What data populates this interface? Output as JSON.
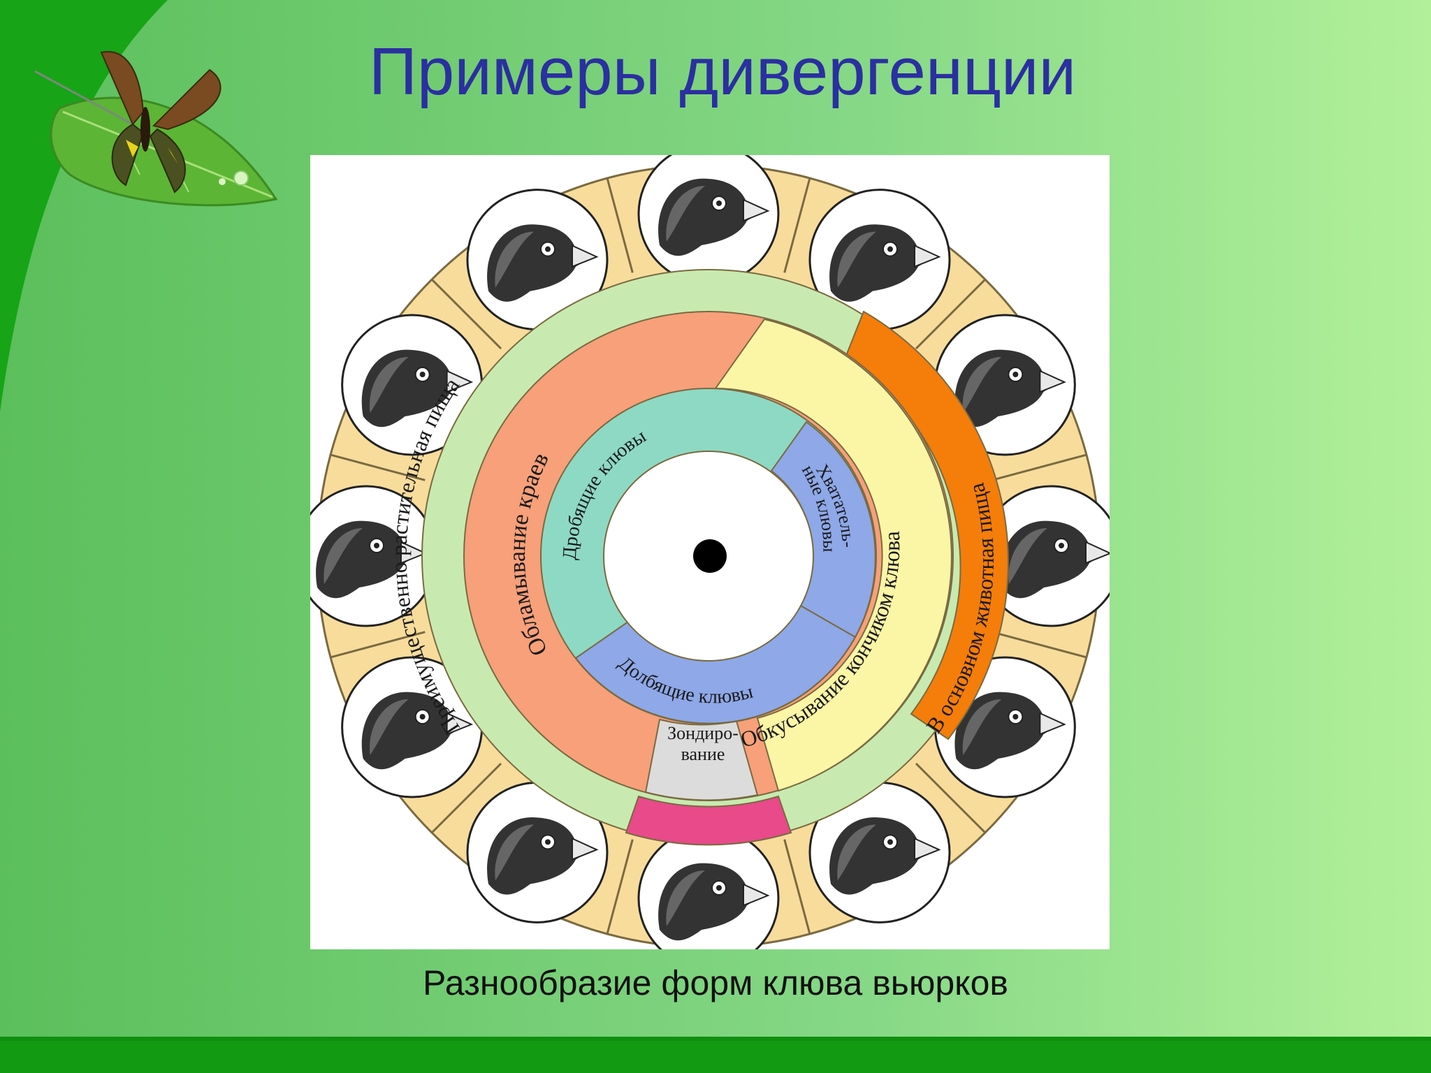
{
  "slide": {
    "title": "Примеры дивергенции",
    "caption": "Разнообразие форм клюва вьюрков"
  },
  "diagram": {
    "outer_ring": {
      "bird_heads": 12,
      "color": "#f7dc9c"
    },
    "diet_ring": [
      {
        "label": "Преимущественно растительная пища",
        "color": "#c8eab0"
      },
      {
        "label": "В основном животная пища",
        "color": "#f57d0a"
      },
      {
        "label": "",
        "color": "#e84a8a"
      }
    ],
    "method_ring": [
      {
        "label": "Обламывание краев",
        "color": "#f7a07a"
      },
      {
        "label": "Обкусывание кончиком клюва",
        "color": "#fbf5a6"
      },
      {
        "label": "Зондиро-",
        "label2": "вание",
        "color": "#dcdcdc"
      }
    ],
    "beak_ring": [
      {
        "label": "Дробящие клювы",
        "color": "#8ed9c4"
      },
      {
        "label": "Хвататель-",
        "label2": "ные клювы",
        "color": "#8ea8e8"
      },
      {
        "label": "Долбящие клювы",
        "color": "#8ea8e8"
      }
    ],
    "colors": {
      "ring_outline": "#7a6a40",
      "center_dot": "#000000"
    }
  }
}
